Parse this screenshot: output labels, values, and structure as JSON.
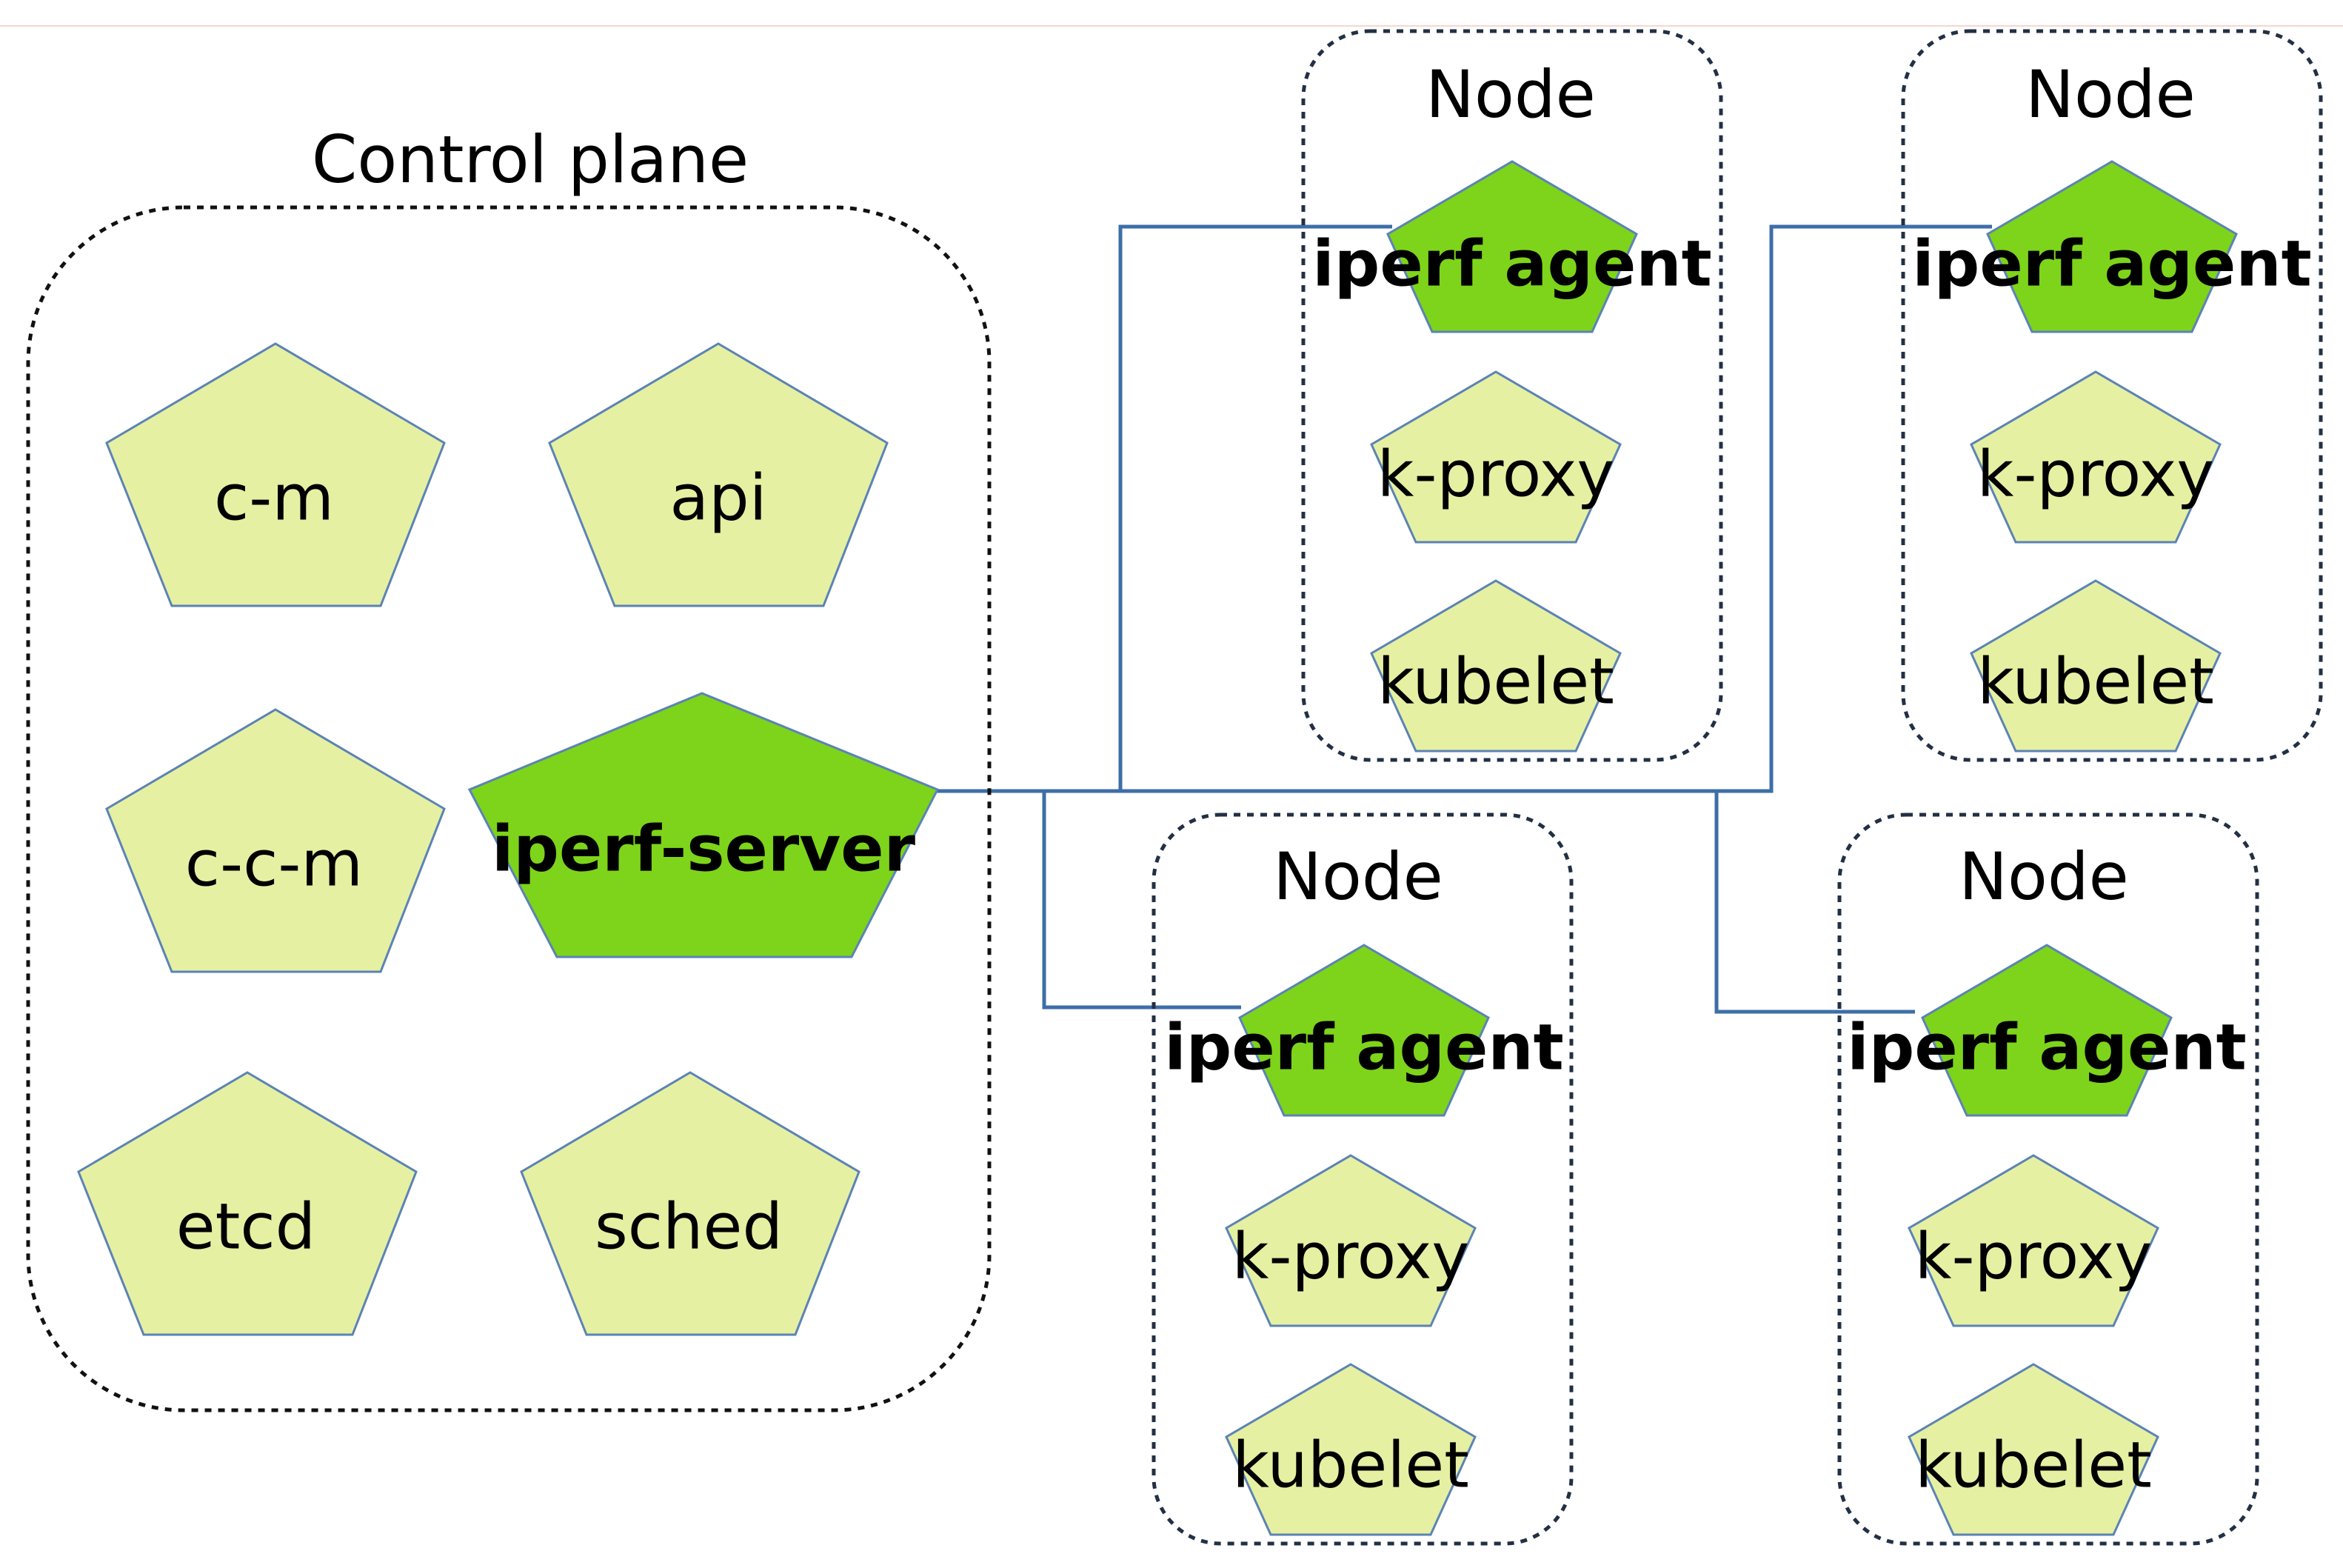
{
  "control_plane": {
    "title": "Control plane",
    "components": [
      "c-m",
      "api",
      "c-c-m",
      "etcd",
      "sched"
    ],
    "server": "iperf-server"
  },
  "nodes": [
    {
      "title": "Node",
      "agent": "iperf agent",
      "proxy": "k-proxy",
      "kubelet": "kubelet"
    },
    {
      "title": "Node",
      "agent": "iperf agent",
      "proxy": "k-proxy",
      "kubelet": "kubelet"
    },
    {
      "title": "Node",
      "agent": "iperf agent",
      "proxy": "k-proxy",
      "kubelet": "kubelet"
    },
    {
      "title": "Node",
      "agent": "iperf agent",
      "proxy": "k-proxy",
      "kubelet": "kubelet"
    }
  ],
  "colors": {
    "component_fill": "#e6f0a3",
    "iperf_fill": "#7ed41a",
    "outline": "#5b83b5",
    "connector": "#3d6ea8"
  }
}
